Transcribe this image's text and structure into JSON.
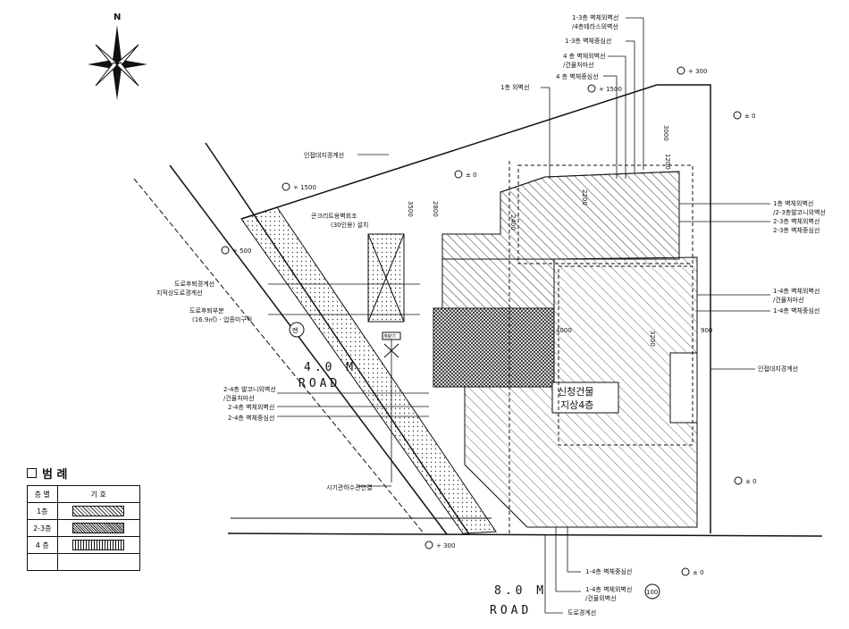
{
  "compass": {
    "north_label": "N"
  },
  "roads": {
    "road_a": {
      "width": "4.0 M",
      "name": "ROAD"
    },
    "road_b": {
      "width": "8.0 M",
      "name": "ROAD"
    }
  },
  "building": {
    "title": "신청건물",
    "subtitle": "지상4층"
  },
  "labels": {
    "l1": "1-3층 벽체외벽선",
    "l2": "/4층테라스외벽선",
    "l3": "1-3층 벽체중심선",
    "l4": "4 층 벽체외벽선",
    "l5": "/건물처마선",
    "l6": "4 층 벽체중심선",
    "l7": "1층 외벽선",
    "l8": "인접대지경계선",
    "l9": "콘크리트옹벽회조",
    "l10": "(30인용) 설치",
    "l11": "도로후퇴경계선",
    "l12": "지적상도로경계선",
    "l13": "도로후퇴부분",
    "l14": "(16.9㎡) - 업종미구적",
    "l15": "2-4층 발코니외벽선",
    "l16": "/건물처마선",
    "l17": "2-4층 벽체외벽선",
    "l18": "2-4층 벽체중심선",
    "l19": "시기관하수관연결",
    "l20": "1층 벽체외벽선",
    "l21": "/2-3층발코니외벽선",
    "l22": "2-3층 벽체외벽선",
    "l23": "2-3층 벽체중심선",
    "l24": "1-4층 벽체외벽선",
    "l25": "/건물처마선",
    "l26": "1-4층 벽체중심선",
    "l27": "인접대지경계선",
    "l28": "1-4층 벽체중심선",
    "l29": "1-4층 벽체외벽선",
    "l30": "/건물외벽선",
    "l31": "도로경계선",
    "meter": "계량기",
    "dim_300a": "+ 300",
    "dim_1500a": "+ 1500",
    "dim_1500b": "+ 1500",
    "dim_500": "+ 500",
    "dim_0a": "± 0",
    "dim_0b": "± 0",
    "dim_0c": "± 0",
    "dim_0d": "± 0",
    "dim_300b": "+ 300",
    "dim_3000": "3000",
    "dim_1200": "1200",
    "dim_2400": "2400",
    "dim_3500": "3500",
    "dim_2800": "2800",
    "dim_2200": "2200",
    "dim_3200": "3200",
    "dim_900": "900",
    "dim_4000": "4000",
    "mark_a": "맨",
    "mark_b": "100"
  },
  "legend": {
    "title": "범 례",
    "col_floor": "층 별",
    "col_symbol": "기 호",
    "rows": [
      {
        "floor": "1층"
      },
      {
        "floor": "2-3층"
      },
      {
        "floor": "4 층"
      }
    ]
  }
}
